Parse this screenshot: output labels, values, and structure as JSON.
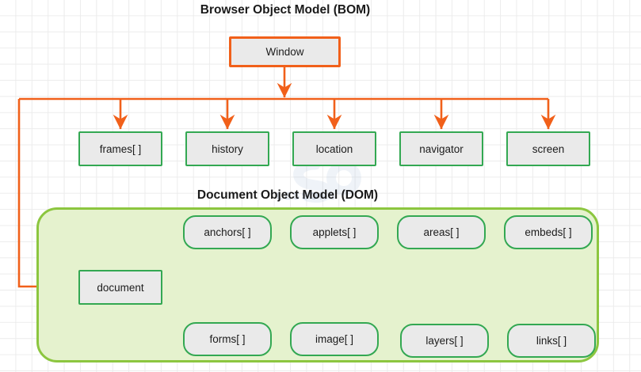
{
  "diagram": {
    "titles": {
      "bom": "Browser Object Model (BOM)",
      "dom": "Document Object Model (DOM)"
    },
    "watermark_text": "LESSONS",
    "root": {
      "label": "Window"
    },
    "bom_nodes": [
      {
        "label": "frames[ ]"
      },
      {
        "label": "history"
      },
      {
        "label": "location"
      },
      {
        "label": "navigator"
      },
      {
        "label": "screen"
      }
    ],
    "dom_root": {
      "label": "document"
    },
    "dom_top_nodes": [
      {
        "label": "anchors[ ]"
      },
      {
        "label": "applets[ ]"
      },
      {
        "label": "areas[ ]"
      },
      {
        "label": "embeds[ ]"
      }
    ],
    "dom_bottom_nodes": [
      {
        "label": "forms[ ]"
      },
      {
        "label": "image[ ]"
      },
      {
        "label": "layers[ ]"
      },
      {
        "label": "links[ ]"
      }
    ],
    "colors": {
      "orange": "#f1601a",
      "green": "#33a852",
      "container_border": "#8cc63f",
      "container_fill": "#e5f2ce",
      "node_fill": "#eaeaea",
      "grid": "#ececec",
      "background": "#ffffff"
    }
  }
}
